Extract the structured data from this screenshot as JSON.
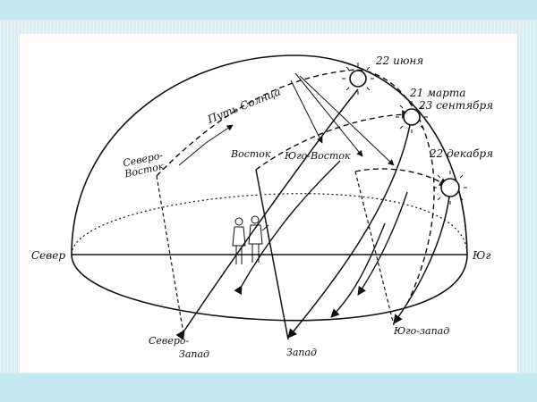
{
  "labels": {
    "sun_path": "Путь Солнца",
    "june": "22 июня",
    "march": "21 марта",
    "september": "23 сентября",
    "december": "22 декабря",
    "northeast_1": "Северо-",
    "northeast_2": "Восток",
    "east": "Восток",
    "southeast": "Юго-Восток",
    "north": "Север",
    "south": "Юг",
    "northwest_1": "Северо-",
    "northwest_2": "Запад",
    "west": "Запад",
    "southwest": "Юго-запад"
  },
  "colors": {
    "background": "#d6eff3",
    "slide": "#ffffff",
    "ink": "#111111"
  }
}
